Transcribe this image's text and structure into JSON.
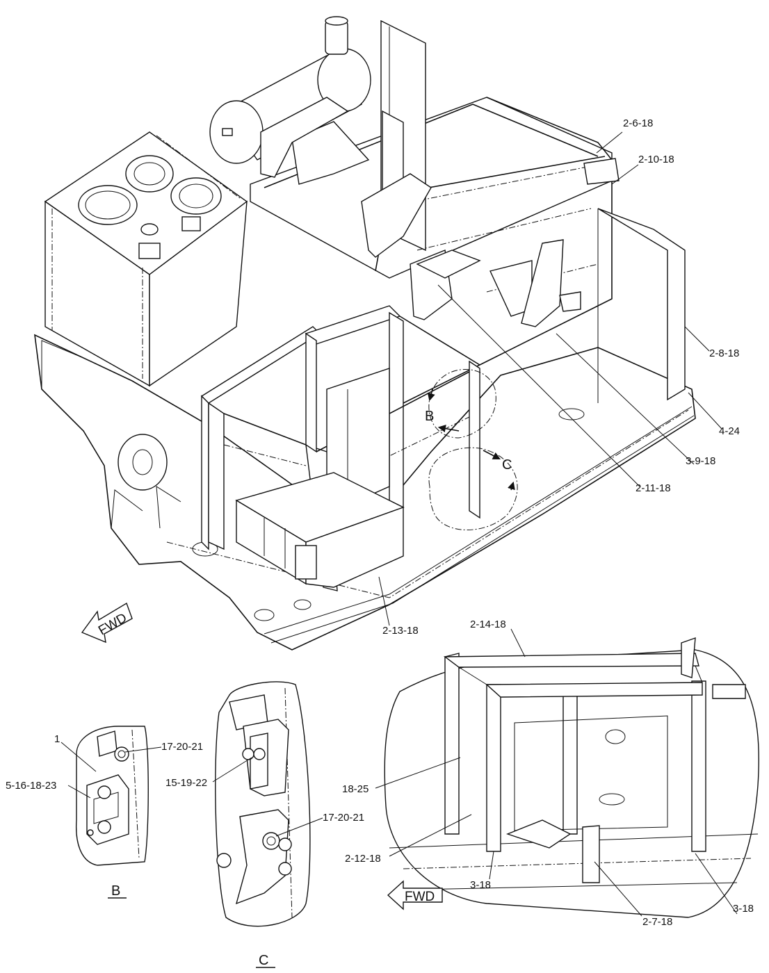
{
  "labels": {
    "p_2_6_18": "2-6-18",
    "p_2_10_18": "2-10-18",
    "p_2_8_18": "2-8-18",
    "p_4_24": "4-24",
    "p_3_9_18": "3-9-18",
    "p_2_11_18": "2-11-18",
    "p_2_13_18": "2-13-18",
    "p_2_14_18": "2-14-18",
    "p_1": "1",
    "p_17_20_21_b": "17-20-21",
    "p_5_16_18_23": "5-16-18-23",
    "p_15_19_22": "15-19-22",
    "p_17_20_21_c": "17-20-21",
    "p_18_25": "18-25",
    "p_2_12_18": "2-12-18",
    "p_3_18_left": "3-18",
    "p_2_7_18": "2-7-18",
    "p_3_18_right": "3-18"
  },
  "view_markers": {
    "b_callout": "B",
    "c_callout": "C",
    "b_title": "B",
    "c_title": "C"
  },
  "fwd_arrows": {
    "main": "FWD",
    "detail": "FWD"
  }
}
